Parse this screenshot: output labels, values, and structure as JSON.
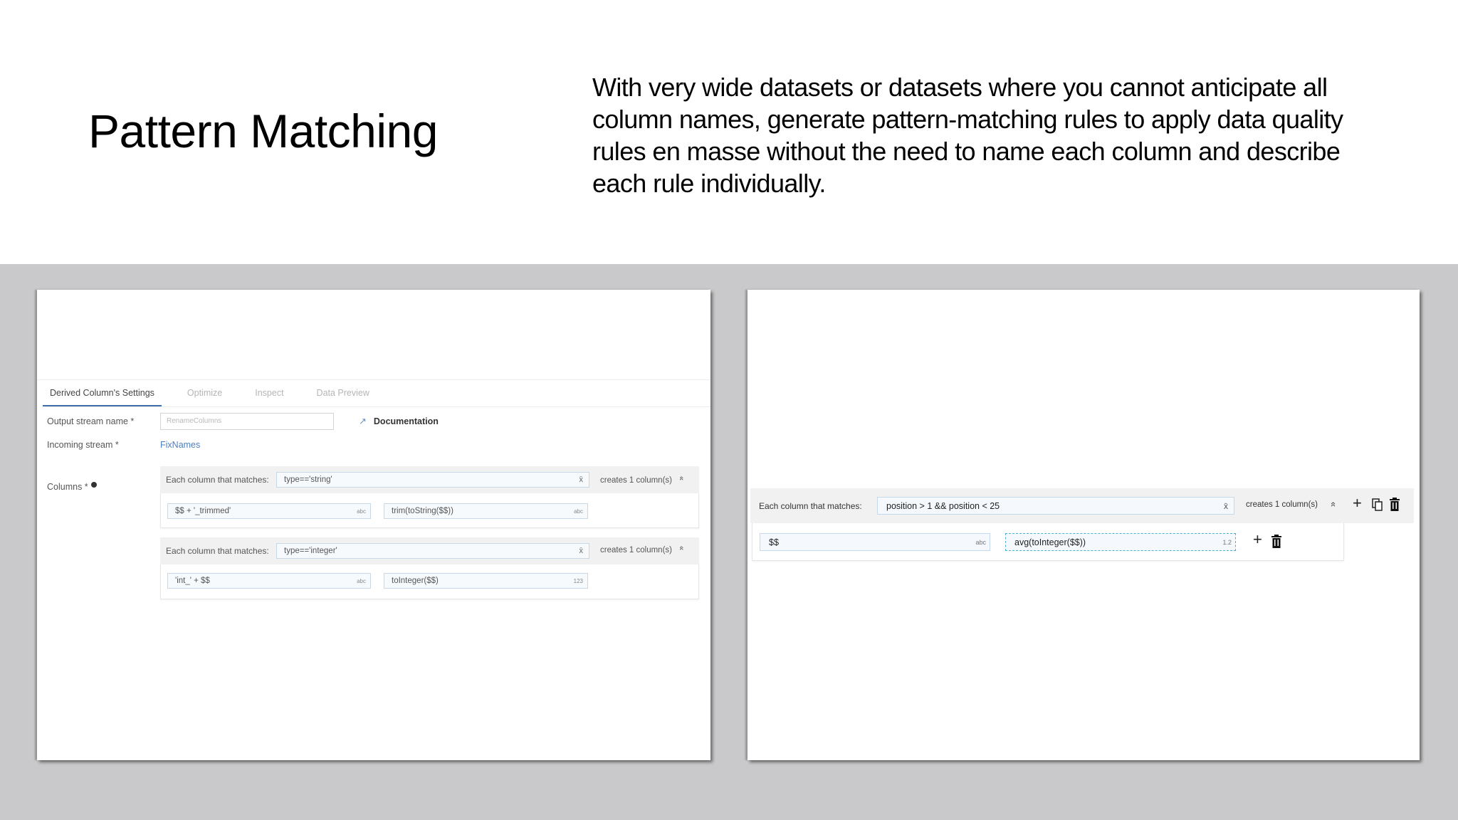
{
  "slide": {
    "title": "Pattern Matching",
    "body": "With very wide datasets or datasets where you cannot anticipate all column names, generate pattern-matching rules to apply data quality rules en masse without the need to name each column and describe each rule individually."
  },
  "left_panel": {
    "tabs": [
      {
        "label": "Derived Column's Settings",
        "active": true
      },
      {
        "label": "Optimize",
        "active": false
      },
      {
        "label": "Inspect",
        "active": false
      },
      {
        "label": "Data Preview",
        "active": false
      }
    ],
    "output_stream": {
      "label": "Output stream name *",
      "value": "RenameColumns"
    },
    "incoming_stream": {
      "label": "Incoming stream *",
      "value": "FixNames"
    },
    "documentation": {
      "label": "Documentation",
      "icon": "external-link-icon"
    },
    "columns_label": "Columns *",
    "rules": [
      {
        "match_label": "Each column that matches:",
        "match_expr": "type=='string'",
        "creates": "creates 1 column(s)",
        "name_expr": "$$ + '_trimmed'",
        "name_type": "abc",
        "value_expr": "trim(toString($$))",
        "value_type": "abc"
      },
      {
        "match_label": "Each column that matches:",
        "match_expr": "type=='integer'",
        "creates": "creates 1 column(s)",
        "name_expr": "'int_' + $$",
        "name_type": "abc",
        "value_expr": "toInteger($$)",
        "value_type": "123"
      }
    ]
  },
  "right_panel": {
    "rule": {
      "match_label": "Each column that matches:",
      "match_expr": "position > 1 && position < 25",
      "creates": "creates 1 column(s)",
      "name_expr": "$$",
      "name_type": "abc",
      "value_expr": "avg(toInteger($$))",
      "value_type": "1.2"
    }
  },
  "icons": {
    "expression_editor": "x̄",
    "collapse": "«",
    "add": "+"
  },
  "colors": {
    "band": "#c9c9cb",
    "tab_underline": "#3c6fa8",
    "link": "#4b7fc1",
    "focus_dashed": "#4ab3d4"
  }
}
